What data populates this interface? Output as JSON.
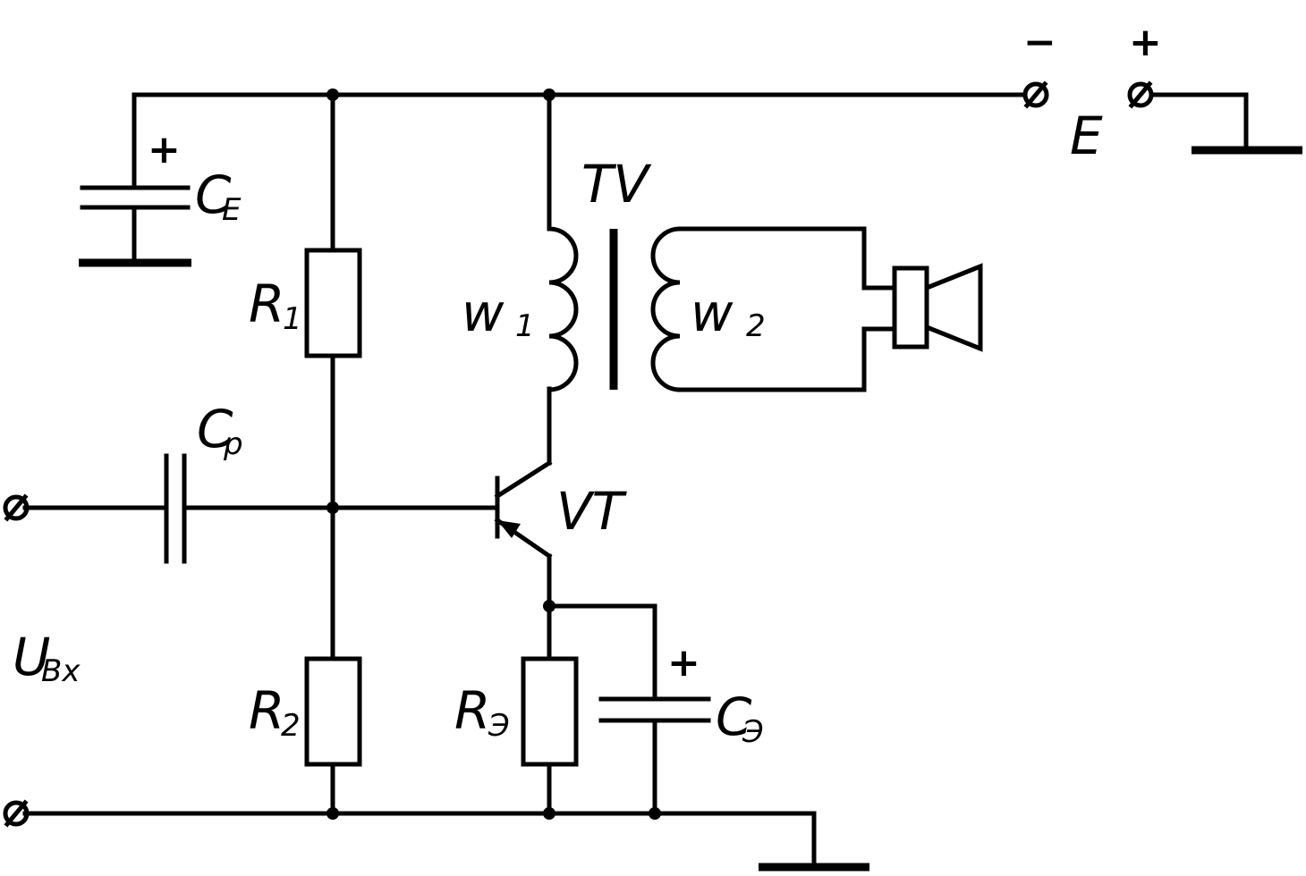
{
  "labels": {
    "ce_main": "C",
    "ce_sub": "E",
    "cp_main": "C",
    "cp_sub": "p",
    "r1_main": "R",
    "r1_sub": "1",
    "r2_main": "R",
    "r2_sub": "2",
    "re_main": "R",
    "re_sub": "Э",
    "ce2_main": "C",
    "ce2_sub": "Э",
    "w1_main": "w",
    "w1_sub": "1",
    "w2_main": "w",
    "w2_sub": "2",
    "tv": "TV",
    "vt": "VT",
    "e": "E",
    "uin_main": "U",
    "uin_sub": "Bx",
    "minus": "−",
    "plus": "+",
    "plus_ce": "+",
    "plus_c3": "+"
  }
}
